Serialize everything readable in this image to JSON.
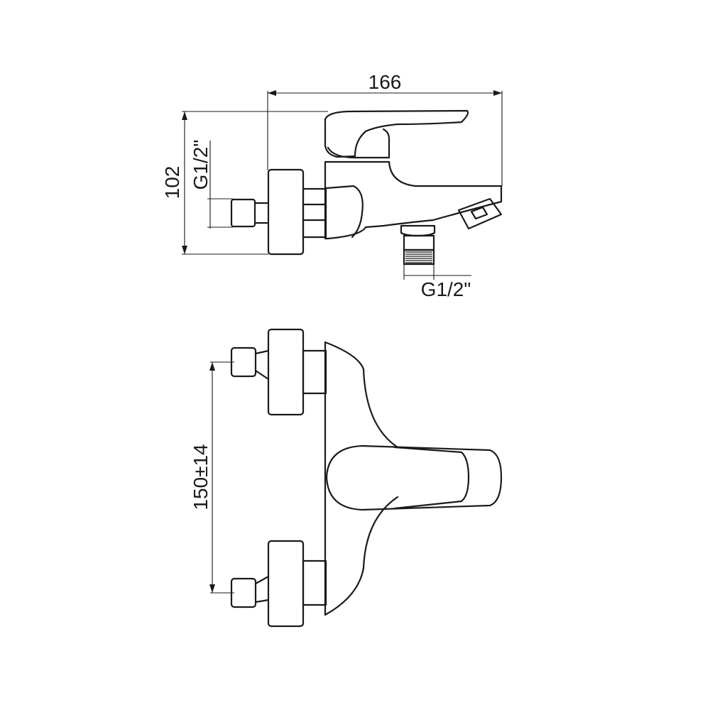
{
  "dimensions": {
    "overall_width": "166",
    "overall_height": "102",
    "inlet_thread": "G1/2\"",
    "outlet_thread": "G1/2\"",
    "inlet_spacing": "150±14"
  }
}
